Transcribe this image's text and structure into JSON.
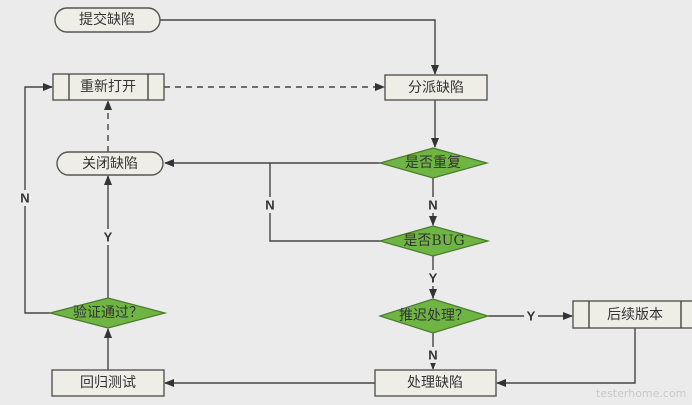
{
  "nodes": {
    "submit": "提交缺陷",
    "reopen": "重新打开",
    "assign": "分派缺陷",
    "close": "关闭缺陷",
    "duplicate": "是否重复",
    "is_bug": "是否BUG",
    "defer": "推迟处理？",
    "later_version": "后续版本",
    "handle": "处理缺陷",
    "regression": "回归测试",
    "verify": "验证通过？"
  },
  "edge_labels": {
    "yes": "Y",
    "no": "N"
  },
  "watermark": "testerhome.com",
  "colors": {
    "decision": "#6fb544",
    "process": "#efeee6",
    "background": "#ebebeb"
  }
}
